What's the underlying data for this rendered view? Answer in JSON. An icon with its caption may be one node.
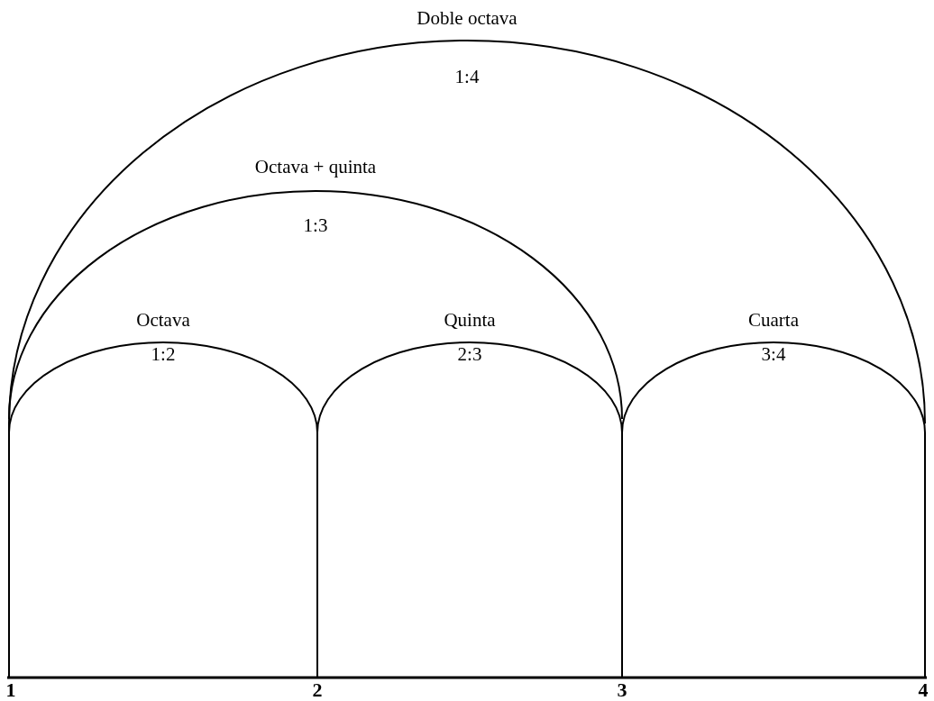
{
  "diagram": {
    "nodes": [
      {
        "text": [
          "Doble octava",
          "1:4"
        ]
      },
      {
        "text": [
          "Octava + quinta",
          "1:3"
        ],
        "in": 0
      },
      {
        "text": [
          "Octava",
          "1:2"
        ],
        "in": 1
      },
      {
        "text": [
          "Quinta",
          "2:3"
        ],
        "in": 1
      },
      {
        "text": [
          "Cuarta",
          "3:4"
        ],
        "in": 0
      }
    ],
    "labels": [
      "1",
      "2",
      "3",
      "4"
    ]
  }
}
